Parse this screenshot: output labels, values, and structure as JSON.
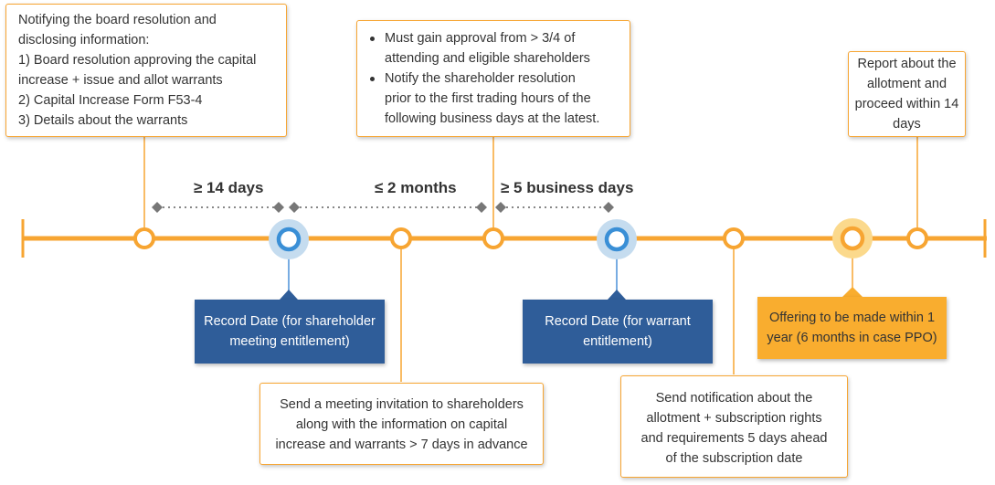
{
  "diagram": {
    "colors": {
      "timeline": "#f7a532",
      "node_ring": "#f7a532",
      "record_date": "#2f5d99",
      "record_halo": "#c5dcef",
      "offering_box": "#f9ad2f",
      "offering_halo": "#fbd98c",
      "connector_dots": "#888888"
    },
    "callouts": {
      "board_resolution": {
        "lines": [
          "Notifying the board resolution and",
          "disclosing information:",
          "1) Board resolution approving the capital",
          "increase + issue and allot warrants",
          "2) Capital Increase Form F53-4",
          "3) Details about the warrants"
        ]
      },
      "shareholder_approval": {
        "bullets": [
          [
            "Must gain approval from > 3/4 of",
            "attending and eligible shareholders"
          ],
          [
            "Notify the shareholder resolution",
            "prior to the first trading hours of the",
            "following business days at the latest."
          ]
        ]
      },
      "allotment_report": {
        "lines": [
          "Report about the",
          "allotment and",
          "proceed within 14",
          "days"
        ]
      },
      "meeting_invitation": {
        "lines": [
          "Send a meeting invitation to shareholders",
          "along with the information on capital",
          "increase and warrants > 7 days in advance"
        ]
      },
      "subscription_notification": {
        "lines": [
          "Send notification about the",
          "allotment + subscription rights",
          "and requirements 5 days ahead",
          "of the subscription date"
        ]
      }
    },
    "labels": {
      "record_date_meeting": [
        "Record Date (for shareholder",
        "meeting entitlement)"
      ],
      "record_date_warrant": [
        "Record Date (for warrant",
        "entitlement)"
      ],
      "offering": [
        "Offering to be made within 1",
        "year (6 months in case PPO)"
      ]
    },
    "durations": {
      "d1": "≥ 14 days",
      "d2": "≤ 2 months",
      "d3": "≥ 5 business days"
    }
  }
}
